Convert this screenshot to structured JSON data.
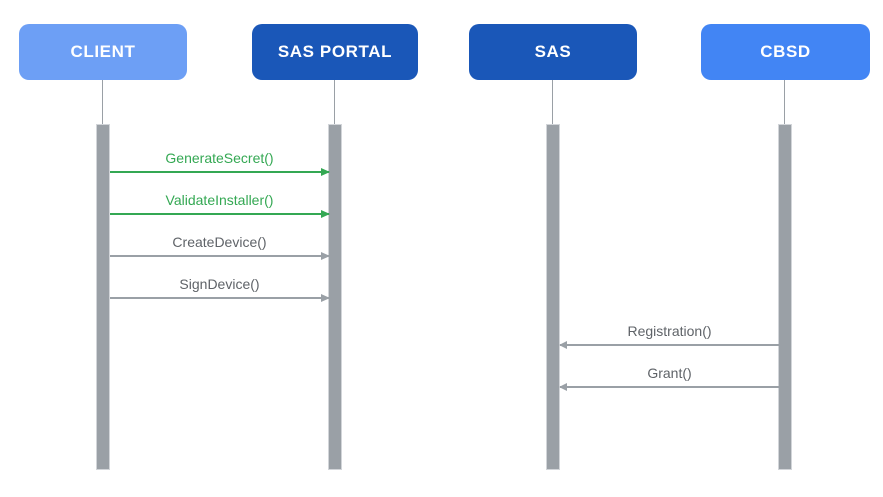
{
  "actors": [
    {
      "label": "CLIENT",
      "fill": "#6D9FF5",
      "text_color": "#FFFFFF"
    },
    {
      "label": "SAS PORTAL",
      "fill": "#1A57B8",
      "text_color": "#FFFFFF"
    },
    {
      "label": "SAS",
      "fill": "#1A57B8",
      "text_color": "#FFFFFF"
    },
    {
      "label": "CBSD",
      "fill": "#4285F4",
      "text_color": "#FFFFFF"
    }
  ],
  "messages": [
    {
      "label": "GenerateSecret()",
      "from": "CLIENT",
      "to": "SAS PORTAL",
      "direction": "right",
      "label_color": "#34A853",
      "line_color": "#34A853"
    },
    {
      "label": "ValidateInstaller()",
      "from": "CLIENT",
      "to": "SAS PORTAL",
      "direction": "right",
      "label_color": "#34A853",
      "line_color": "#34A853"
    },
    {
      "label": "CreateDevice()",
      "from": "CLIENT",
      "to": "SAS PORTAL",
      "direction": "right",
      "label_color": "#5F6368",
      "line_color": "#9AA0A6"
    },
    {
      "label": "SignDevice()",
      "from": "CLIENT",
      "to": "SAS PORTAL",
      "direction": "right",
      "label_color": "#5F6368",
      "line_color": "#9AA0A6"
    },
    {
      "label": "Registration()",
      "from": "CBSD",
      "to": "SAS",
      "direction": "left",
      "label_color": "#5F6368",
      "line_color": "#9AA0A6"
    },
    {
      "label": "Grant()",
      "from": "CBSD",
      "to": "SAS",
      "direction": "left",
      "label_color": "#5F6368",
      "line_color": "#9AA0A6"
    }
  ],
  "colors": {
    "green_accent": "#34A853",
    "gray_text": "#5F6368",
    "gray_line": "#9AA0A6",
    "lifeline": "#9AA0A6",
    "activation_fill": "#9AA0A6",
    "activation_border": "#D2D5D9",
    "background": "#FFFFFF"
  }
}
